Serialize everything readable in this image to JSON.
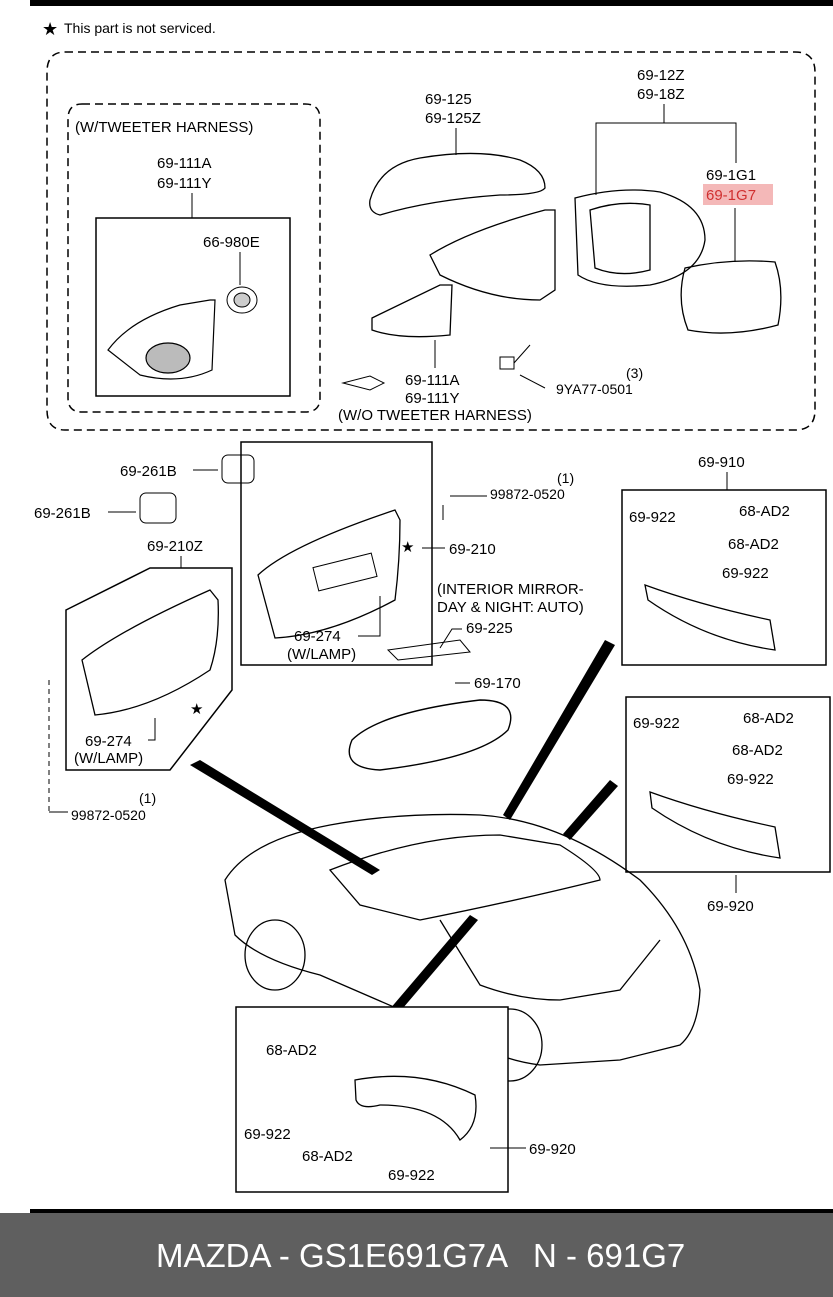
{
  "note": "This part is not serviced.",
  "groups": {
    "tweeter_group_title": "(W/TWEETER HARNESS)",
    "wo_tweeter_label": "(W/O TWEETER HARNESS)",
    "interior_mirror_label_1": "(INTERIOR MIRROR-",
    "interior_mirror_label_2": "DAY & NIGHT: AUTO)",
    "w_lamp_1": "(W/LAMP)",
    "w_lamp_2": "(W/LAMP)"
  },
  "labels": {
    "p69_111A_top": "69-111A",
    "p69_111Y_top": "69-111Y",
    "p66_980E": "66-980E",
    "p69_125": "69-125",
    "p69_125Z": "69-125Z",
    "p69_12Z": "69-12Z",
    "p69_18Z": "69-18Z",
    "p69_1G1": "69-1G1",
    "p69_1G7": "69-1G7",
    "p69_111A_mid": "69-111A",
    "p69_111Y_mid": "69-111Y",
    "p9YA77_qty": "(3)",
    "p9YA77": "9YA77-0501",
    "p69_261B_a": "69-261B",
    "p69_261B_b": "69-261B",
    "p99872_qty_a": "(1)",
    "p99872_a": "99872-0520",
    "p69_210Z": "69-210Z",
    "p69_210": "69-210",
    "p69_274_a": "69-274",
    "p69_274_b": "69-274",
    "p99872_qty_b": "(1)",
    "p99872_b": "99872-0520",
    "p69_225": "69-225",
    "p69_170": "69-170",
    "p69_910": "69-910",
    "b1_69_922_a": "69-922",
    "b1_68_AD2_a": "68-AD2",
    "b1_68_AD2_b": "68-AD2",
    "b1_69_922_b": "69-922",
    "b2_69_922_a": "69-922",
    "b2_68_AD2_a": "68-AD2",
    "b2_68_AD2_b": "68-AD2",
    "b2_69_922_b": "69-922",
    "p69_920_a": "69-920",
    "b3_68_AD2_a": "68-AD2",
    "b3_69_922_a": "69-922",
    "b3_68_AD2_b": "68-AD2",
    "b3_69_922_b": "69-922",
    "p69_920_b": "69-920"
  },
  "footer": {
    "left": "MAZDA - GS1E691G7A",
    "right": "N - 691G7"
  },
  "colors": {
    "highlight": "#f4b8b8",
    "highlight_text": "#d03030",
    "footer_bg": "#5f5f5f"
  }
}
